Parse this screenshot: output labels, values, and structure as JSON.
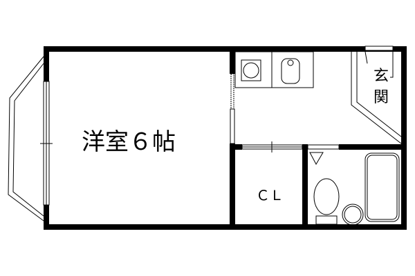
{
  "floorplan": {
    "rooms": {
      "western_room": "洋室６帖",
      "entrance_line1": "玄",
      "entrance_line2": "関",
      "closet": "ＣＬ"
    },
    "colors": {
      "wall": "#000000",
      "background": "#ffffff"
    }
  }
}
